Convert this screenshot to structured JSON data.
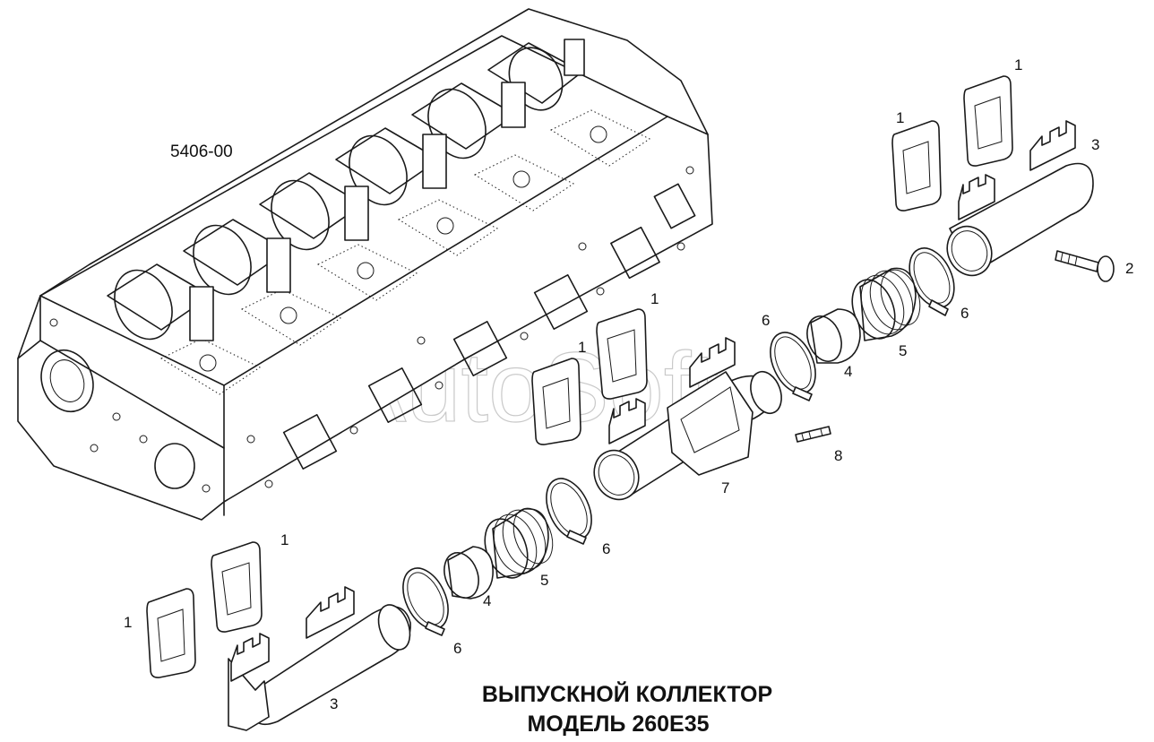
{
  "drawing_code": "5406-00",
  "watermark": "AutoSoft",
  "caption": {
    "line1": "ВЫПУСКНОЙ КОЛЛЕКТОР",
    "line2": "МОДЕЛЬ 260E35"
  },
  "callouts": {
    "gasket_top_left": "1",
    "gasket_top_right": "1",
    "pipe_top": "3",
    "bolt": "2",
    "clamp_top_right": "6",
    "clamp_top_left": "6",
    "sleeve_top": "4",
    "bellows_top": "5",
    "gasket_mid_right": "1",
    "gasket_mid_left": "1",
    "center_manifold": "7",
    "stud": "8",
    "clamp_mid": "6",
    "bellows_bottom": "5",
    "sleeve_bottom": "4",
    "gasket_bottom_right": "1",
    "gasket_bottom_left": "1",
    "clamp_bottom": "6",
    "pipe_bottom": "3"
  }
}
